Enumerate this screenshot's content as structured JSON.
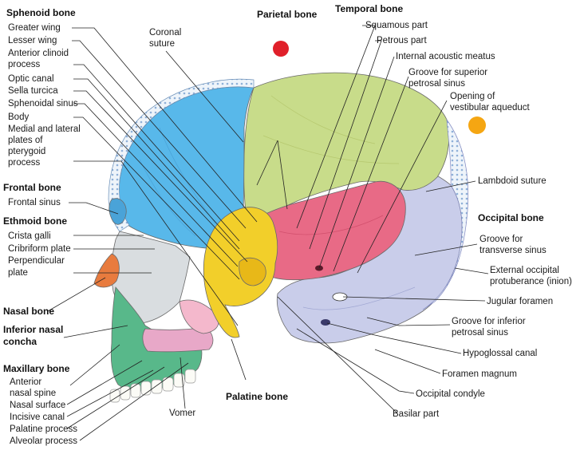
{
  "colors": {
    "sphenoid": "#f2cf2a",
    "parietal": "#c8dc8a",
    "temporal": "#e86a86",
    "occipital": "#c9cdea",
    "frontal": "#58b8ea",
    "ethmoid": "#d9dde0",
    "nasal": "#e87b3e",
    "maxillary": "#58b88a",
    "palatine": "#e8a8c8",
    "vomer": "#f4b8cc",
    "marker_red": "#e0202a",
    "marker_orange": "#f5a612"
  },
  "groups": {
    "sphenoid": "Sphenoid bone",
    "parietal": "Parietal bone",
    "temporal": "Temporal bone",
    "frontal": "Frontal bone",
    "ethmoid": "Ethmoid bone",
    "occipital": "Occipital bone",
    "nasal": "Nasal bone",
    "inferior_nasal_1": "Inferior nasal",
    "inferior_nasal_2": "concha",
    "maxillary": "Maxillary bone",
    "palatine": "Palatine bone"
  },
  "labels": {
    "greater_wing": "Greater wing",
    "lesser_wing": "Lesser wing",
    "anterior_clinoid_1": "Anterior clinoid",
    "anterior_clinoid_2": "process",
    "optic_canal": "Optic canal",
    "sella_turcica": "Sella turcica",
    "sphenoidal_sinus": "Sphenoidal sinus",
    "body": "Body",
    "pterygoid_1": "Medial and lateral",
    "pterygoid_2": "plates of",
    "pterygoid_3": "pterygoid",
    "pterygoid_4": "process",
    "frontal_sinus": "Frontal sinus",
    "crista_galli": "Crista galli",
    "cribriform_plate": "Cribriform plate",
    "perpendicular_1": "Perpendicular",
    "perpendicular_2": "plate",
    "anterior_nasal_spine_1": "Anterior",
    "anterior_nasal_spine_2": "nasal spine",
    "nasal_surface": "Nasal surface",
    "incisive_canal": "Incisive canal",
    "palatine_process": "Palatine process",
    "alveolar_process": "Alveolar process",
    "coronal_1": "Coronal",
    "coronal_2": "suture",
    "squamous_part": "Squamous part",
    "petrous_part": "Petrous part",
    "internal_acoustic_meatus": "Internal acoustic meatus",
    "groove_sup_petrosal_1": "Groove for superior",
    "groove_sup_petrosal_2": "petrosal sinus",
    "vestibular_aqueduct_1": "Opening of",
    "vestibular_aqueduct_2": "vestibular aqueduct",
    "lambdoid_suture": "Lambdoid suture",
    "groove_transverse_1": "Groove for",
    "groove_transverse_2": "transverse sinus",
    "ext_occipital_1": "External occipital",
    "ext_occipital_2": "protuberance (inion)",
    "jugular_foramen": "Jugular foramen",
    "groove_inf_petrosal_1": "Groove for inferior",
    "groove_inf_petrosal_2": "petrosal sinus",
    "hypoglossal_canal": "Hypoglossal canal",
    "foramen_magnum": "Foramen magnum",
    "occipital_condyle": "Occipital condyle",
    "basilar_part": "Basilar part",
    "vomer": "Vomer"
  }
}
